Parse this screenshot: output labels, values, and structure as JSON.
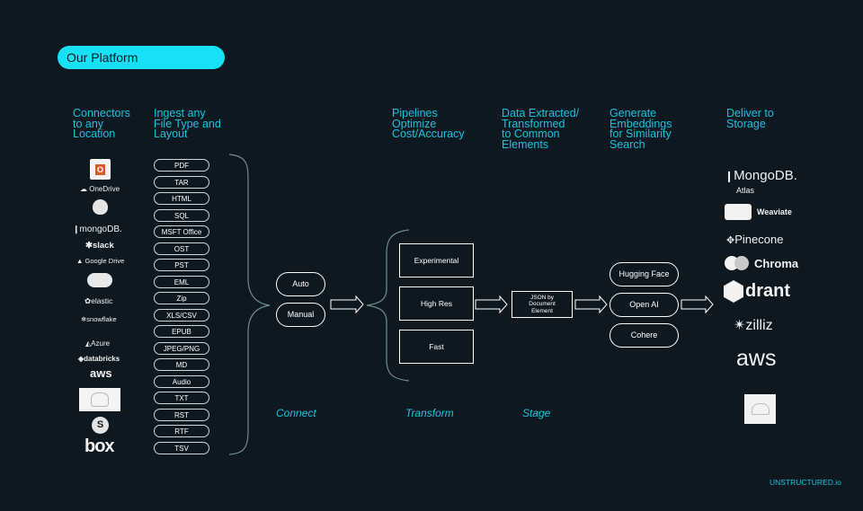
{
  "title": "Our Platform",
  "columns": {
    "connectors": "Connectors\nto any\nLocation",
    "ingest": "Ingest any\nFile Type and\nLayout",
    "pipelines": "Pipelines\nOptimize\nCost/Accuracy",
    "extracted": "Data Extracted/\nTransformed\nto Common\nElements",
    "embeddings": "Generate\nEmbeddings\nfor Similarity\nSearch",
    "deliver": "Deliver to\nStorage"
  },
  "connectors": [
    {
      "label": "",
      "icon": "office-icon"
    },
    {
      "label": "OneDrive",
      "icon": "onedrive-icon"
    },
    {
      "label": "",
      "icon": "postgres-icon"
    },
    {
      "label": "mongoDB.",
      "icon": "mongodb-leaf-icon"
    },
    {
      "label": "slack",
      "icon": "slack-icon"
    },
    {
      "label": "Google Drive",
      "icon": "google-drive-icon"
    },
    {
      "label": "",
      "icon": "salesforce-icon"
    },
    {
      "label": "elastic",
      "icon": "elastic-icon"
    },
    {
      "label": "snowflake",
      "icon": "snowflake-icon"
    },
    {
      "label": "Azure",
      "icon": "azure-icon"
    },
    {
      "label": "databricks",
      "icon": "databricks-icon"
    },
    {
      "label": "aws",
      "icon": "aws-icon"
    },
    {
      "label": "",
      "icon": "s3-bucket-icon"
    },
    {
      "label": "",
      "icon": "sharepoint-icon"
    },
    {
      "label": "box",
      "icon": "box-icon"
    }
  ],
  "file_types": [
    "PDF",
    "TAR",
    "HTML",
    "SQL",
    "MSFT Office",
    "OST",
    "PST",
    "EML",
    "Zip",
    "XLS/CSV",
    "EPUB",
    "JPEG/PNG",
    "MD",
    "Audio",
    "TXT",
    "RST",
    "RTF",
    "TSV"
  ],
  "connect_modes": [
    "Auto",
    "Manual"
  ],
  "transform_modes": [
    "Experimental",
    "High Res",
    "Fast"
  ],
  "stage_box": "JSON by\nDocument\nElement",
  "embedding_providers": [
    "Hugging Face",
    "Open AI",
    "Cohere"
  ],
  "storage": [
    {
      "label": "MongoDB.",
      "sub": "Atlas",
      "icon": "mongodb-leaf-icon"
    },
    {
      "label": "Weaviate",
      "icon": "weaviate-icon"
    },
    {
      "label": "Pinecone",
      "icon": "pinecone-icon"
    },
    {
      "label": "Chroma",
      "icon": "chroma-icon"
    },
    {
      "label": "drant",
      "icon": "qdrant-icon"
    },
    {
      "label": "zilliz",
      "icon": "zilliz-icon"
    },
    {
      "label": "aws",
      "icon": "aws-icon"
    },
    {
      "label": "",
      "icon": "cloud-search-icon"
    }
  ],
  "stage_labels": {
    "connect": "Connect",
    "transform": "Transform",
    "stage": "Stage"
  },
  "brand": "UNSTRUCTURED.io",
  "colors": {
    "background": "#0d1820",
    "accent": "#17e1f7",
    "heading": "#14c4df",
    "line": "#7fa3ad"
  }
}
